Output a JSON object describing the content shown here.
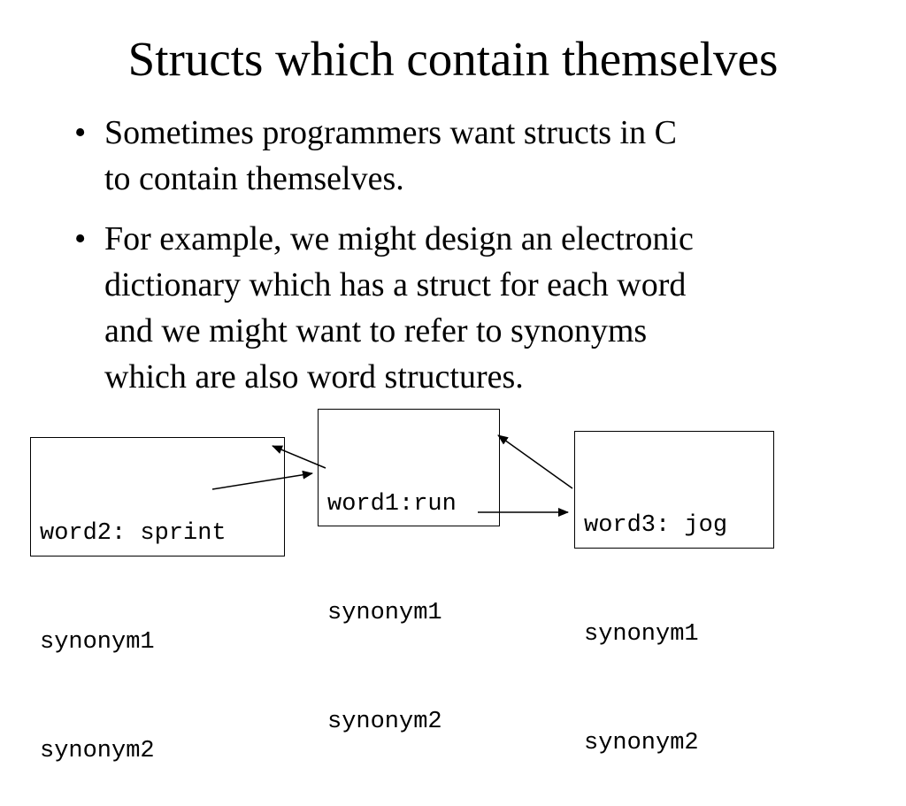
{
  "slide": {
    "title": "Structs which contain themselves",
    "bullets": [
      {
        "marker": "•",
        "lines": [
          "Sometimes programmers want structs in C",
          "to contain themselves."
        ]
      },
      {
        "marker": "•",
        "lines": [
          "For example, we might design an electronic",
          "dictionary which has a struct for each word",
          "and we might want to refer to synonyms",
          "which are also word structures."
        ]
      }
    ]
  },
  "diagram": {
    "word1": {
      "lines": [
        "word1:run",
        "synonym1",
        "synonym2"
      ]
    },
    "word2": {
      "lines": [
        "word2: sprint",
        "synonym1",
        "synonym2"
      ]
    },
    "word3": {
      "lines": [
        "word3: jog",
        "synonym1",
        "synonym2"
      ]
    }
  }
}
